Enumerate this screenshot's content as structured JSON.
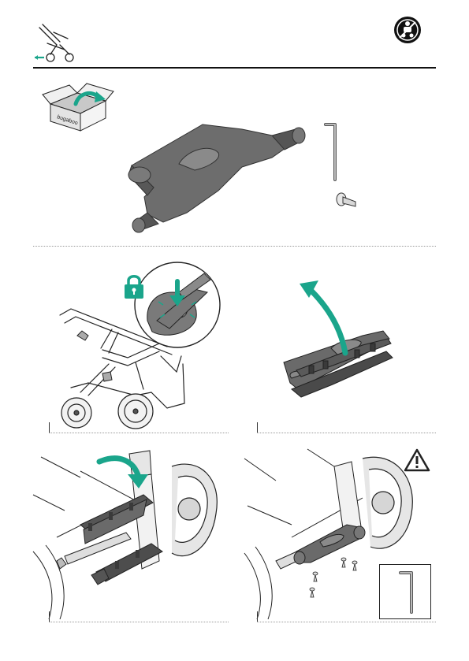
{
  "page": {
    "type": "assembly-instructions",
    "colors": {
      "accent": "#1aa58b",
      "part_dark": "#6a6a6a",
      "part_mid": "#8c8c8c",
      "line": "#222222"
    }
  },
  "header": {
    "stroller_icon": "stroller-with-release-arrow-icon",
    "badge_icon": "no-child-in-seat-icon"
  },
  "parts": {
    "box_label": "bugaboo",
    "items": [
      "replacement-cross-bar-part",
      "allen-key",
      "screw"
    ]
  },
  "steps": [
    {
      "id": 1,
      "icons": [
        "lock-icon",
        "release-arrow-icon"
      ]
    },
    {
      "id": 2,
      "icons": [
        "curved-removal-arrow-icon"
      ]
    },
    {
      "id": 3,
      "icons": [
        "insert-arrow-icon"
      ]
    },
    {
      "id": 4,
      "icons": [
        "warning-triangle-icon",
        "allen-key-icon"
      ]
    }
  ]
}
